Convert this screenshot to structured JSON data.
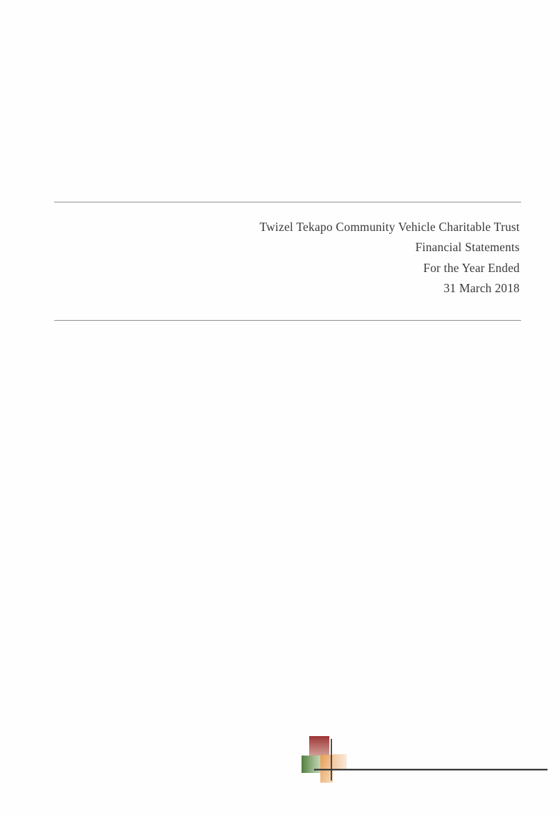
{
  "cover": {
    "organisation": "Twizel Tekapo Community Vehicle Charitable Trust",
    "document_type": "Financial Statements",
    "period_line": "For the Year Ended",
    "date": "31 March 2018"
  },
  "colors": {
    "rule": "#8f8f8f",
    "text": "#3a3a3a",
    "logo_red": "#9e3c3c",
    "logo_green": "#5d8a4a",
    "logo_orange": "#e8a15e",
    "logo_dark_line": "#3b3b3b"
  },
  "logo": {
    "icon": "accountant-logo-mark-icon"
  }
}
